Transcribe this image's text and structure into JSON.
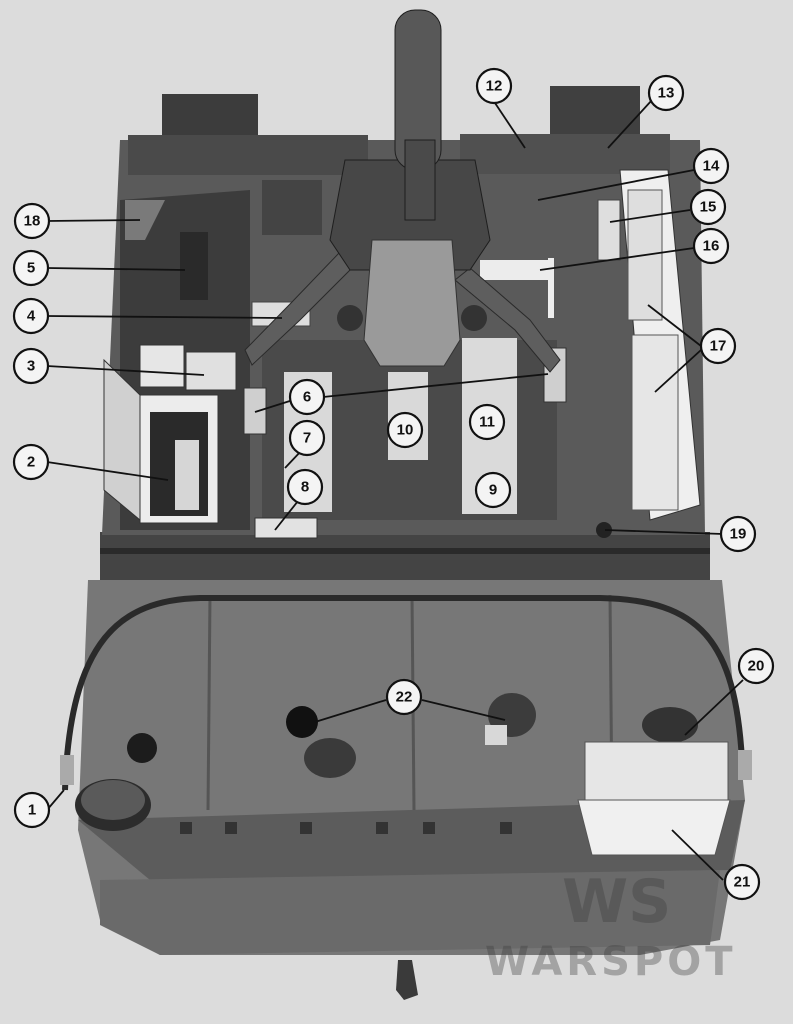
{
  "callouts": [
    "1",
    "2",
    "3",
    "4",
    "5",
    "6",
    "7",
    "8",
    "9",
    "10",
    "11",
    "12",
    "13",
    "14",
    "15",
    "16",
    "17",
    "18",
    "19",
    "20",
    "21",
    "22"
  ],
  "watermark": {
    "logo": "WS",
    "text": "WARSPOT"
  },
  "colors": {
    "background": "#dcdcdc",
    "hull_dark": "#4a4a4a",
    "hull_mid": "#6b6b6b",
    "deck": "#7a7a7a",
    "panel_light": "#e8e8e8",
    "ink": "#111111"
  }
}
